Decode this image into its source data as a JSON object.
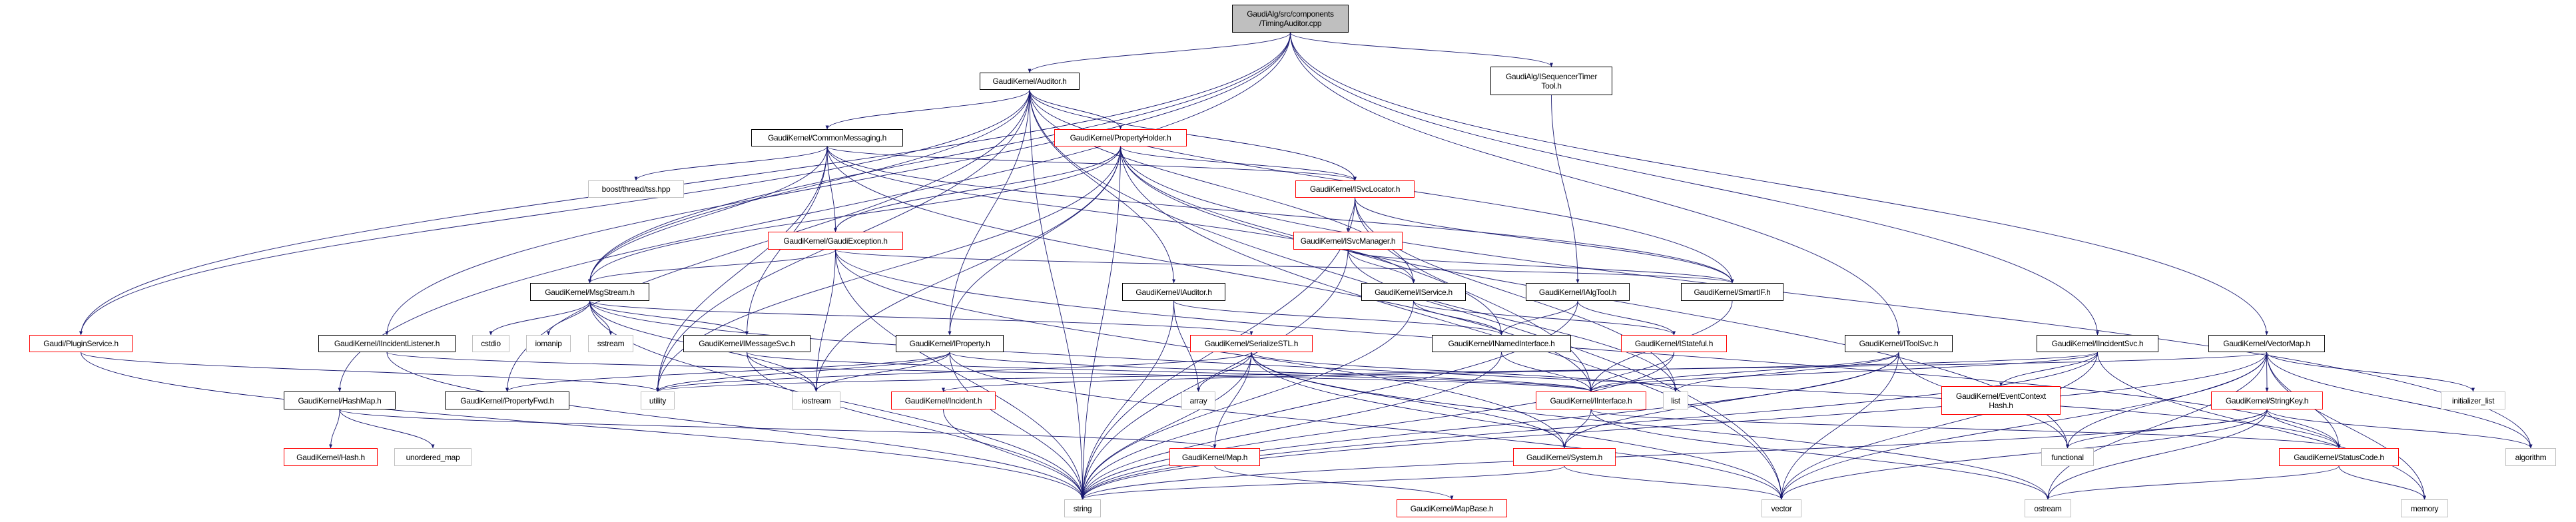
{
  "colors": {
    "edge": "#191970",
    "documented_border": "#000000",
    "truncated_border": "#ff0000",
    "external_border": "#bfbfbf",
    "root_fill": "#bfbfbf"
  },
  "nodes": [
    {
      "id": "root",
      "label": "GaudiAlg/src/components",
      "label2": "/TimingAuditor.cpp",
      "style": "root"
    },
    {
      "id": "auditor",
      "label": "GaudiKernel/Auditor.h",
      "style": "black"
    },
    {
      "id": "seqtimer",
      "label": "GaudiAlg/ISequencerTimer",
      "label2": "Tool.h",
      "style": "black"
    },
    {
      "id": "commonmsg",
      "label": "GaudiKernel/CommonMessaging.h",
      "style": "black"
    },
    {
      "id": "propholder",
      "label": "GaudiKernel/PropertyHolder.h",
      "style": "red"
    },
    {
      "id": "boost",
      "label": "boost/thread/tss.hpp",
      "style": "gray"
    },
    {
      "id": "svclocator",
      "label": "GaudiKernel/ISvcLocator.h",
      "style": "red"
    },
    {
      "id": "gaudiexc",
      "label": "GaudiKernel/GaudiException.h",
      "style": "red"
    },
    {
      "id": "svcmanager",
      "label": "GaudiKernel/ISvcManager.h",
      "style": "red"
    },
    {
      "id": "msgstream",
      "label": "GaudiKernel/MsgStream.h",
      "style": "black"
    },
    {
      "id": "iauditor",
      "label": "GaudiKernel/IAuditor.h",
      "style": "black"
    },
    {
      "id": "iservice",
      "label": "GaudiKernel/IService.h",
      "style": "black"
    },
    {
      "id": "ialgtool",
      "label": "GaudiKernel/IAlgTool.h",
      "style": "black"
    },
    {
      "id": "smartif",
      "label": "GaudiKernel/SmartIF.h",
      "style": "black"
    },
    {
      "id": "pluginsvc",
      "label": "Gaudi/PluginService.h",
      "style": "red"
    },
    {
      "id": "incidentlistener",
      "label": "GaudiKernel/IIncidentListener.h",
      "style": "black"
    },
    {
      "id": "cstdio",
      "label": "cstdio",
      "style": "gray"
    },
    {
      "id": "iomanip",
      "label": "iomanip",
      "style": "gray"
    },
    {
      "id": "sstream",
      "label": "sstream",
      "style": "gray"
    },
    {
      "id": "imessagesvc",
      "label": "GaudiKernel/IMessageSvc.h",
      "style": "black"
    },
    {
      "id": "iproperty",
      "label": "GaudiKernel/IProperty.h",
      "style": "black"
    },
    {
      "id": "serializestl",
      "label": "GaudiKernel/SerializeSTL.h",
      "style": "red"
    },
    {
      "id": "inamedinterface",
      "label": "GaudiKernel/INamedInterface.h",
      "style": "black"
    },
    {
      "id": "istateful",
      "label": "GaudiKernel/IStateful.h",
      "style": "red"
    },
    {
      "id": "itoolsvc",
      "label": "GaudiKernel/IToolSvc.h",
      "style": "black"
    },
    {
      "id": "iincidentsvc",
      "label": "GaudiKernel/IIncidentSvc.h",
      "style": "black"
    },
    {
      "id": "vectormap",
      "label": "GaudiKernel/VectorMap.h",
      "style": "black"
    },
    {
      "id": "hashmap",
      "label": "GaudiKernel/HashMap.h",
      "style": "black"
    },
    {
      "id": "propertyfwd",
      "label": "GaudiKernel/PropertyFwd.h",
      "style": "black"
    },
    {
      "id": "utility",
      "label": "utility",
      "style": "gray"
    },
    {
      "id": "iostream",
      "label": "iostream",
      "style": "gray"
    },
    {
      "id": "incident",
      "label": "GaudiKernel/Incident.h",
      "style": "red"
    },
    {
      "id": "array",
      "label": "array",
      "style": "gray"
    },
    {
      "id": "interface",
      "label": "GaudiKernel/IInterface.h",
      "style": "red"
    },
    {
      "id": "list",
      "label": "list",
      "style": "gray"
    },
    {
      "id": "eventcontexthash",
      "label": "GaudiKernel/EventContext",
      "label2": "Hash.h",
      "style": "red"
    },
    {
      "id": "stringkey",
      "label": "GaudiKernel/StringKey.h",
      "style": "red"
    },
    {
      "id": "initlist",
      "label": "initializer_list",
      "style": "gray"
    },
    {
      "id": "hash",
      "label": "GaudiKernel/Hash.h",
      "style": "red"
    },
    {
      "id": "unorderedmap",
      "label": "unordered_map",
      "style": "gray"
    },
    {
      "id": "map",
      "label": "GaudiKernel/Map.h",
      "style": "red"
    },
    {
      "id": "system",
      "label": "GaudiKernel/System.h",
      "style": "red"
    },
    {
      "id": "functional",
      "label": "functional",
      "style": "gray"
    },
    {
      "id": "statuscode",
      "label": "GaudiKernel/StatusCode.h",
      "style": "red"
    },
    {
      "id": "algorithm",
      "label": "algorithm",
      "style": "gray"
    },
    {
      "id": "string",
      "label": "string",
      "style": "gray"
    },
    {
      "id": "mapbase",
      "label": "GaudiKernel/MapBase.h",
      "style": "red"
    },
    {
      "id": "vector",
      "label": "vector",
      "style": "gray"
    },
    {
      "id": "ostream",
      "label": "ostream",
      "style": "gray"
    },
    {
      "id": "memory",
      "label": "memory",
      "style": "gray"
    }
  ],
  "edges": [
    [
      "root",
      "auditor"
    ],
    [
      "root",
      "seqtimer"
    ],
    [
      "root",
      "hashmap"
    ],
    [
      "root",
      "incidentlistener"
    ],
    [
      "root",
      "msgstream"
    ],
    [
      "root",
      "itoolsvc"
    ],
    [
      "root",
      "iincidentsvc"
    ],
    [
      "root",
      "vectormap"
    ],
    [
      "root",
      "pluginsvc"
    ],
    [
      "seqtimer",
      "ialgtool"
    ],
    [
      "auditor",
      "commonmsg"
    ],
    [
      "auditor",
      "propholder"
    ],
    [
      "auditor",
      "iauditor"
    ],
    [
      "auditor",
      "iproperty"
    ],
    [
      "auditor",
      "svclocator"
    ],
    [
      "auditor",
      "iservice"
    ],
    [
      "auditor",
      "propertyfwd"
    ],
    [
      "auditor",
      "pluginsvc"
    ],
    [
      "auditor",
      "msgstream"
    ],
    [
      "auditor",
      "string"
    ],
    [
      "auditor",
      "vector"
    ],
    [
      "auditor",
      "utility"
    ],
    [
      "auditor",
      "smartif"
    ],
    [
      "commonmsg",
      "boost"
    ],
    [
      "commonmsg",
      "gaudiexc"
    ],
    [
      "commonmsg",
      "msgstream"
    ],
    [
      "commonmsg",
      "imessagesvc"
    ],
    [
      "commonmsg",
      "svclocator"
    ],
    [
      "commonmsg",
      "iservice"
    ],
    [
      "commonmsg",
      "smartif"
    ],
    [
      "commonmsg",
      "utility"
    ],
    [
      "commonmsg",
      "interface"
    ],
    [
      "propholder",
      "svclocator"
    ],
    [
      "propholder",
      "iproperty"
    ],
    [
      "propholder",
      "msgstream"
    ],
    [
      "propholder",
      "gaudiexc"
    ],
    [
      "propholder",
      "inamedinterface"
    ],
    [
      "propholder",
      "string"
    ],
    [
      "propholder",
      "vector"
    ],
    [
      "propholder",
      "iostream"
    ],
    [
      "propholder",
      "utility"
    ],
    [
      "propholder",
      "algorithm"
    ],
    [
      "propholder",
      "functional"
    ],
    [
      "gaudiexc",
      "msgstream"
    ],
    [
      "gaudiexc",
      "system"
    ],
    [
      "gaudiexc",
      "statuscode"
    ],
    [
      "gaudiexc",
      "string"
    ],
    [
      "gaudiexc",
      "iostream"
    ],
    [
      "gaudiexc",
      "smartif"
    ],
    [
      "msgstream",
      "cstdio"
    ],
    [
      "msgstream",
      "iomanip"
    ],
    [
      "msgstream",
      "sstream"
    ],
    [
      "msgstream",
      "imessagesvc"
    ],
    [
      "msgstream",
      "serializestl"
    ],
    [
      "msgstream",
      "string"
    ],
    [
      "msgstream",
      "iostream"
    ],
    [
      "msgstream",
      "statuscode"
    ],
    [
      "imessagesvc",
      "interface"
    ],
    [
      "imessagesvc",
      "string"
    ],
    [
      "imessagesvc",
      "iostream"
    ],
    [
      "svclocator",
      "svcmanager"
    ],
    [
      "svclocator",
      "interface"
    ],
    [
      "svclocator",
      "smartif"
    ],
    [
      "svclocator",
      "list"
    ],
    [
      "svclocator",
      "string"
    ],
    [
      "svcmanager",
      "iservice"
    ],
    [
      "svcmanager",
      "smartif"
    ],
    [
      "svcmanager",
      "string"
    ],
    [
      "svcmanager",
      "list"
    ],
    [
      "iservice",
      "inamedinterface"
    ],
    [
      "iservice",
      "istateful"
    ],
    [
      "iservice",
      "string"
    ],
    [
      "ialgtool",
      "inamedinterface"
    ],
    [
      "ialgtool",
      "istateful"
    ],
    [
      "ialgtool",
      "string"
    ],
    [
      "smartif",
      "interface"
    ],
    [
      "iauditor",
      "inamedinterface"
    ],
    [
      "iauditor",
      "array"
    ],
    [
      "iauditor",
      "string"
    ],
    [
      "iproperty",
      "propertyfwd"
    ],
    [
      "iproperty",
      "interface"
    ],
    [
      "iproperty",
      "iostream"
    ],
    [
      "iproperty",
      "string"
    ],
    [
      "iproperty",
      "vector"
    ],
    [
      "iproperty",
      "utility"
    ],
    [
      "serializestl",
      "array"
    ],
    [
      "serializestl",
      "map"
    ],
    [
      "serializestl",
      "string"
    ],
    [
      "serializestl",
      "vector"
    ],
    [
      "serializestl",
      "list"
    ],
    [
      "serializestl",
      "utility"
    ],
    [
      "serializestl",
      "ostream"
    ],
    [
      "serializestl",
      "system"
    ],
    [
      "inamedinterface",
      "interface"
    ],
    [
      "inamedinterface",
      "string"
    ],
    [
      "istateful",
      "interface"
    ],
    [
      "istateful",
      "string"
    ],
    [
      "interface",
      "system"
    ],
    [
      "interface",
      "statuscode"
    ],
    [
      "interface",
      "ostream"
    ],
    [
      "system",
      "string"
    ],
    [
      "system",
      "vector"
    ],
    [
      "map",
      "mapbase"
    ],
    [
      "incident",
      "string"
    ],
    [
      "incidentlistener",
      "interface"
    ],
    [
      "incidentlistener",
      "string"
    ],
    [
      "hashmap",
      "hash"
    ],
    [
      "hashmap",
      "unorderedmap"
    ],
    [
      "hashmap",
      "map"
    ],
    [
      "pluginsvc",
      "string"
    ],
    [
      "pluginsvc",
      "utility"
    ],
    [
      "itoolsvc",
      "interface"
    ],
    [
      "itoolsvc",
      "functional"
    ],
    [
      "itoolsvc",
      "string"
    ],
    [
      "itoolsvc",
      "vector"
    ],
    [
      "itoolsvc",
      "list"
    ],
    [
      "itoolsvc",
      "system"
    ],
    [
      "iincidentsvc",
      "interface"
    ],
    [
      "iincidentsvc",
      "eventcontexthash"
    ],
    [
      "iincidentsvc",
      "incident"
    ],
    [
      "iincidentsvc",
      "string"
    ],
    [
      "iincidentsvc",
      "vector"
    ],
    [
      "iincidentsvc",
      "memory"
    ],
    [
      "vectormap",
      "stringkey"
    ],
    [
      "vectormap",
      "initlist"
    ],
    [
      "vectormap",
      "algorithm"
    ],
    [
      "vectormap",
      "functional"
    ],
    [
      "vectormap",
      "statuscode"
    ],
    [
      "vectormap",
      "vector"
    ],
    [
      "vectormap",
      "memory"
    ],
    [
      "vectormap",
      "ostream"
    ],
    [
      "vectormap",
      "utility"
    ],
    [
      "vectormap",
      "string"
    ],
    [
      "stringkey",
      "statuscode"
    ],
    [
      "stringkey",
      "algorithm"
    ],
    [
      "stringkey",
      "functional"
    ],
    [
      "stringkey",
      "string"
    ],
    [
      "stringkey",
      "vector"
    ],
    [
      "stringkey",
      "ostream"
    ],
    [
      "statuscode",
      "ostream"
    ],
    [
      "statuscode",
      "memory"
    ]
  ]
}
